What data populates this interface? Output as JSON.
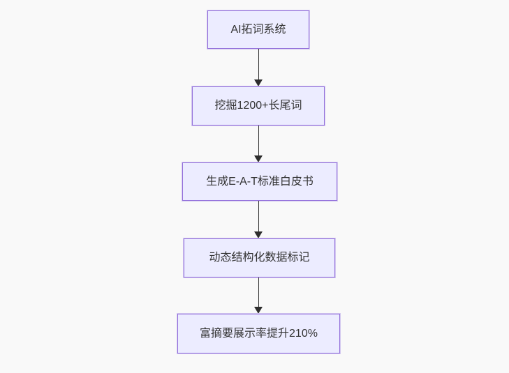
{
  "diagram": {
    "type": "flowchart",
    "direction": "top-down",
    "colors": {
      "background": "#f9f9f9",
      "node_fill": "#ececff",
      "node_border": "#9370db",
      "edge_stroke": "#333333",
      "arrowhead": "#2d2d2d",
      "text": "#333333"
    },
    "nodes": [
      {
        "id": "n1",
        "label": "AI拓词系统"
      },
      {
        "id": "n2",
        "label": "挖掘1200+长尾词"
      },
      {
        "id": "n3",
        "label": "生成E-A-T标准白皮书"
      },
      {
        "id": "n4",
        "label": "动态结构化数据标记"
      },
      {
        "id": "n5",
        "label": "富摘要展示率提升210%"
      }
    ],
    "edges": [
      {
        "from": "n1",
        "to": "n2"
      },
      {
        "from": "n2",
        "to": "n3"
      },
      {
        "from": "n3",
        "to": "n4"
      },
      {
        "from": "n4",
        "to": "n5"
      }
    ]
  }
}
